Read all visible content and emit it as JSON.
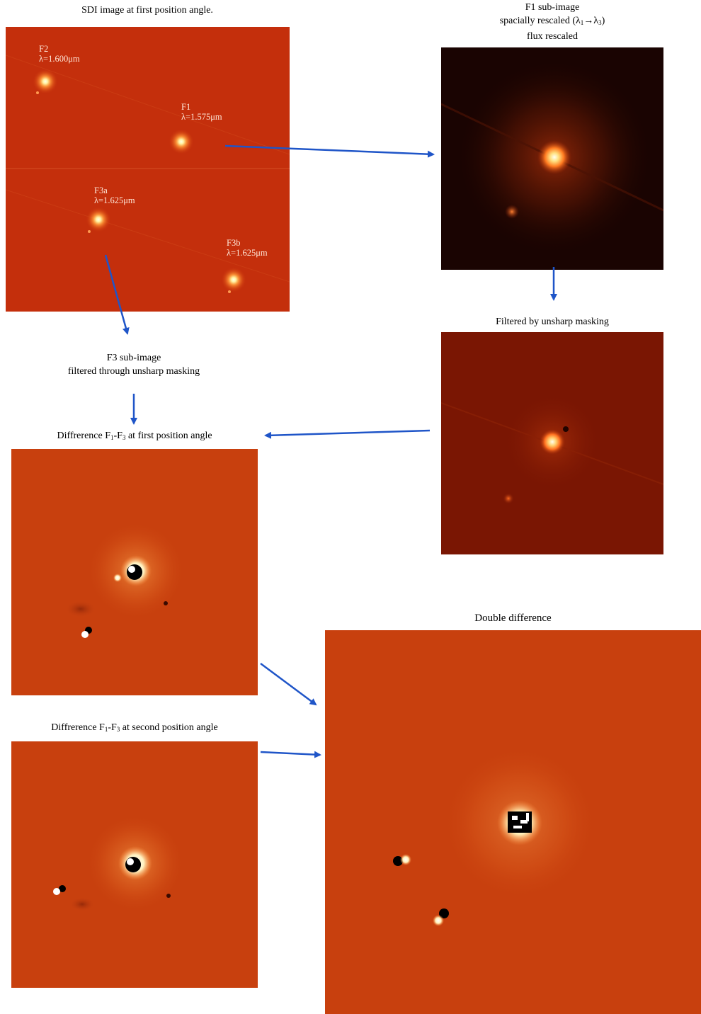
{
  "captions": {
    "sdi": "SDI image at first position angle.",
    "f1_sub_line1": "F1 sub-image",
    "f1_sub_line2": "spacially rescaled (λ",
    "f1_sub_line2_mid": "→λ",
    "f1_sub_line2_end": ")",
    "f1_sub_sub1": "1",
    "f1_sub_sub3": "3",
    "f1_sub_line3": "flux rescaled",
    "filtered": "Filtered by unsharp masking",
    "f3_line1": "F3 sub-image",
    "f3_line2": "filtered through unsharp masking",
    "diff1_pre": "Diffrerence F",
    "diff1_s1": "1",
    "diff1_mid": "-F",
    "diff1_s3": "3",
    "diff1_post": " at first position angle",
    "diff2_pre": "Diffrerence F",
    "diff2_s1": "1",
    "diff2_mid": "-F",
    "diff2_s3": "3",
    "diff2_post": " at second  position angle",
    "double": "Double difference"
  },
  "sdi_labels": {
    "f2_name": "F2",
    "f2_wave": "λ=1.600μm",
    "f1_name": "F1",
    "f1_wave": "λ=1.575μm",
    "f3a_name": "F3a",
    "f3a_wave": "λ=1.625μm",
    "f3b_name": "F3b",
    "f3b_wave": "λ=1.625μm"
  },
  "colors": {
    "arrow": "#1f55c8",
    "sdi_bg": "#c42f0c",
    "diff_bg": "#c8400e",
    "filtered_bg": "#7a1603",
    "f1_bg": "#1a0402"
  }
}
